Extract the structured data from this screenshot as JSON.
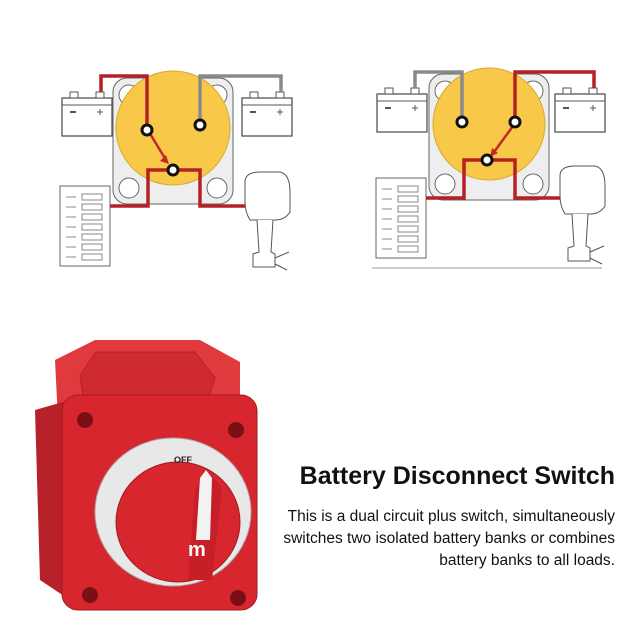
{
  "product": {
    "title": "Battery Disconnect Switch",
    "description": "This is a dual circuit plus switch, simultaneously switches two isolated battery banks or combines battery banks to all loads.",
    "dial_off_label": "OFF",
    "logo_text": "m"
  },
  "colors": {
    "switch_red": "#d8262f",
    "dial_yellow": "#f8c849",
    "wire_red": "#b52025",
    "wire_gray": "#8a8a8a"
  },
  "diagrams": [
    {
      "active_wire": "red",
      "arrow": "left-terminal-to-common"
    },
    {
      "active_wire": "red",
      "arrow": "right-terminal-to-common"
    }
  ]
}
